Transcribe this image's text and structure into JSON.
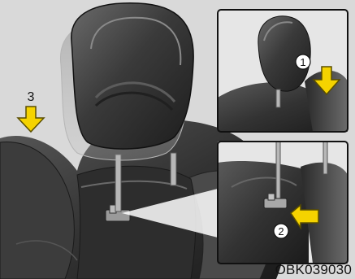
{
  "figure": {
    "caption": "OBK039030",
    "steps": {
      "step1": "1",
      "step2": "2",
      "step3": "3"
    },
    "colors": {
      "arrow_fill": "#f5d300",
      "arrow_stroke": "#5a4e00",
      "background": "#d9d9d9",
      "seat_dark": "#2b2b2b",
      "seat_mid": "#4a4a4a",
      "seat_light": "#7a7a7a",
      "inset_border": "#111111",
      "inset_bg": "#e6e6e6"
    },
    "icons": [
      "down-arrow-icon",
      "down-arrow-icon",
      "left-arrow-icon"
    ]
  }
}
